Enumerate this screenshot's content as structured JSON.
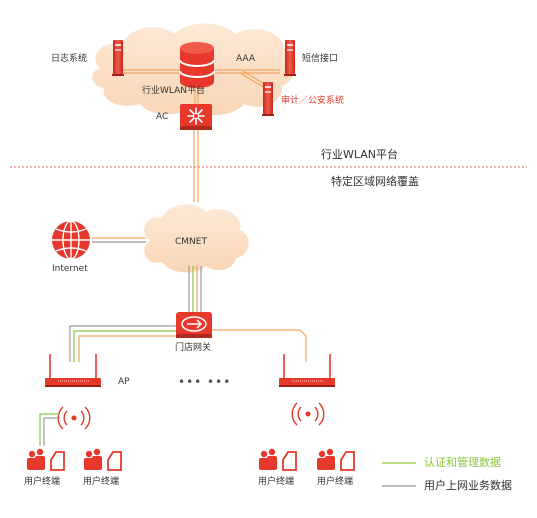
{
  "labels": {
    "log_system": "日志系统",
    "wlan_platform": "行业WLAN平台",
    "aaa": "AAA",
    "sms_interface": "短信接口",
    "audit_system": "审计／公安系统",
    "ac": "AC",
    "zone_platform": "行业WLAN平台",
    "zone_coverage": "特定区域网络覆盖",
    "cmnet": "CMNET",
    "internet": "Internet",
    "store_gateway": "门店网关",
    "ap": "AP",
    "ellipsis": "•••  •••",
    "user_terminal_1": "用户终端",
    "user_terminal_2": "用户终端",
    "user_terminal_3": "用户终端",
    "user_terminal_4": "用户终端"
  },
  "legend": {
    "auth_mgmt_data": "认证和管理数据",
    "user_business_data": "用户上网业务数据"
  },
  "colors": {
    "accent_red": "#e8382c",
    "cloud_fill": "#fbe3cd",
    "link_orange": "#f4a460",
    "auth_green": "#8cc63f",
    "data_gray": "#9a9a9a",
    "zone_divider": "#e8382c"
  },
  "icons": [
    "server-icon",
    "database-icon",
    "ac-controller-icon",
    "globe-icon",
    "gateway-router-icon",
    "access-point-icon",
    "wifi-signal-icon",
    "user-group-icon",
    "mobile-phone-icon"
  ]
}
